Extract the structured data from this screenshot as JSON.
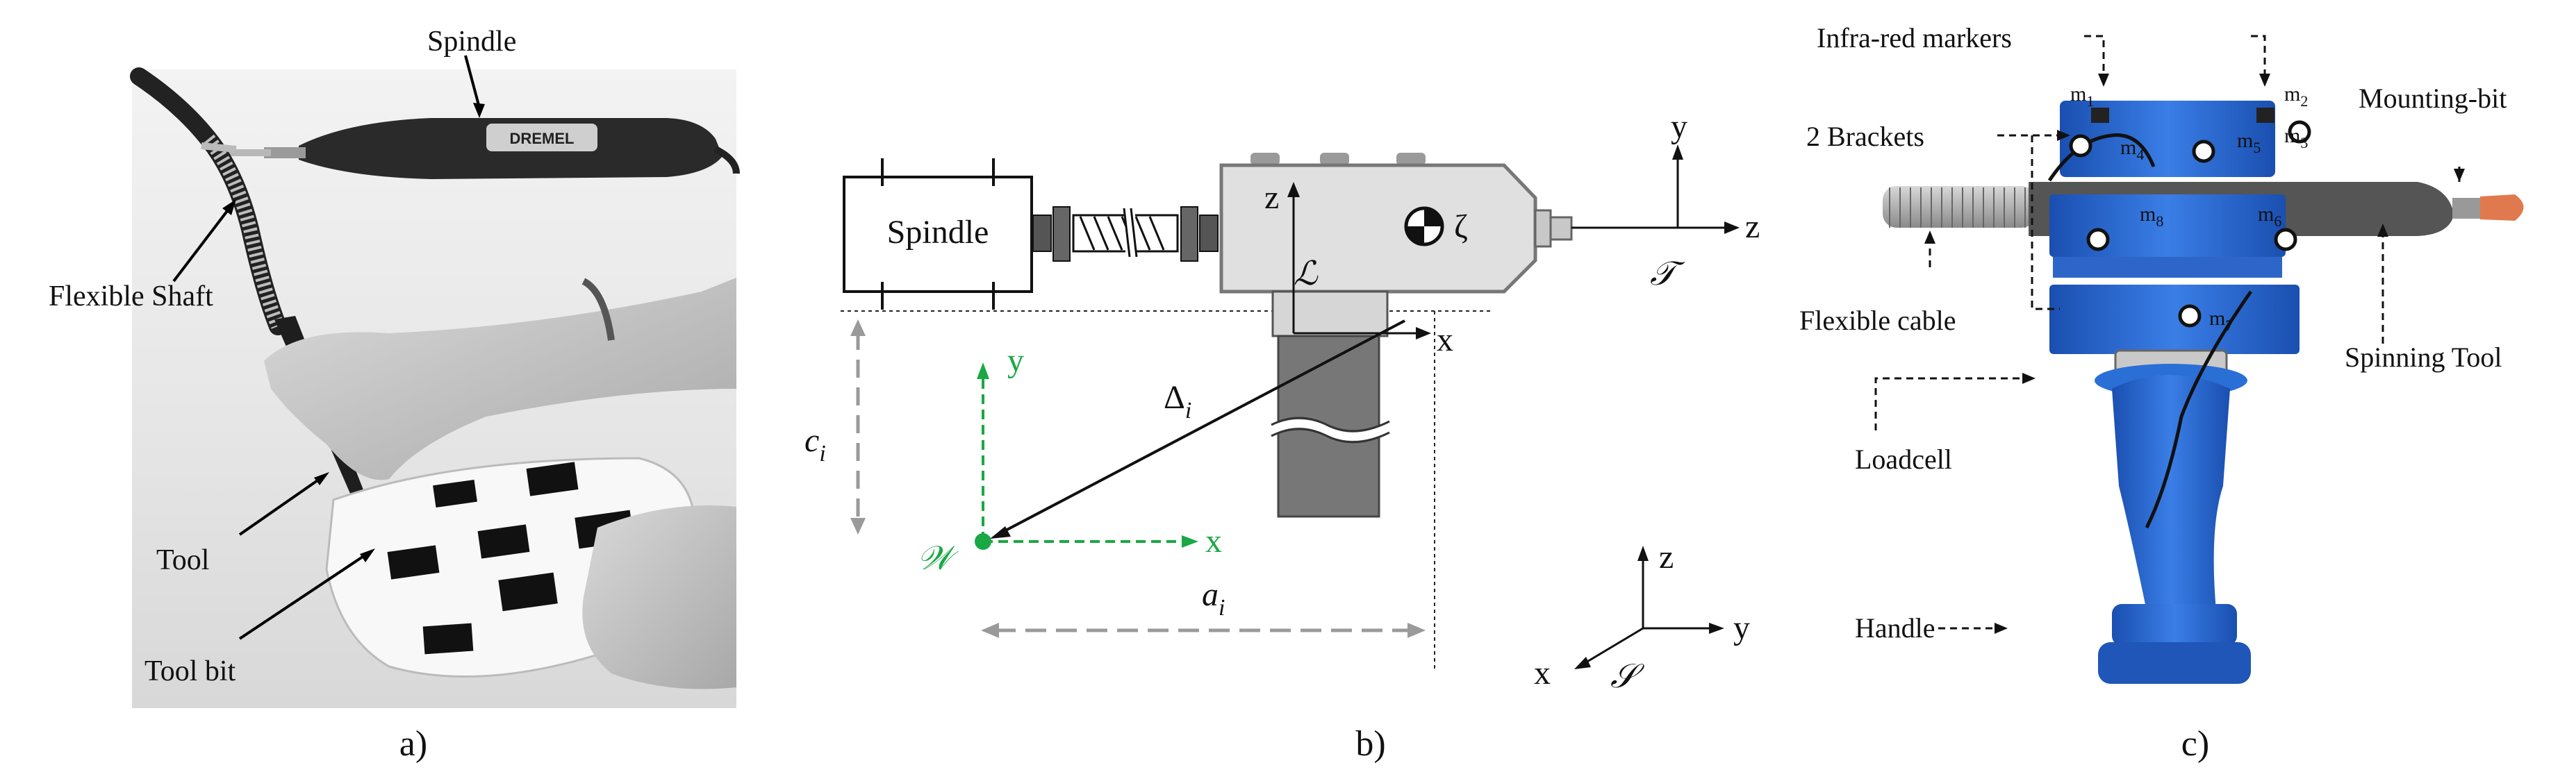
{
  "colors": {
    "frame_green": "#19a844",
    "grey_dashed": "#9a9a9a",
    "blue_part": "#2a6fd6"
  },
  "panel_a": {
    "caption": "a)",
    "labels": {
      "spindle": "Spindle",
      "flexible_shaft": "Flexible Shaft",
      "tool": "Tool",
      "tool_bit": "Tool bit"
    },
    "device_brand": "DREMEL"
  },
  "panel_b": {
    "caption": "b)",
    "spindle_label": "Spindle",
    "frames": {
      "L": "ℒ",
      "T": "𝒯",
      "W": "𝒲",
      "S": "𝒮",
      "zeta": "ζ"
    },
    "axes": {
      "x": "x",
      "y": "y",
      "z": "z"
    },
    "dims": {
      "delta": "Δ",
      "delta_sub": "i",
      "c": "c",
      "c_sub": "i",
      "a": "a",
      "a_sub": "i"
    }
  },
  "panel_c": {
    "caption": "c)",
    "labels": {
      "ir_markers": "Infra-red markers",
      "brackets": "2 Brackets",
      "mounting_bit": "Mounting-bit",
      "flexible_cable": "Flexible cable",
      "spinning_tool": "Spinning Tool",
      "loadcell": "Loadcell",
      "handle": "Handle"
    },
    "markers": [
      {
        "base": "m",
        "sub": "1"
      },
      {
        "base": "m",
        "sub": "2"
      },
      {
        "base": "m",
        "sub": "3"
      },
      {
        "base": "m",
        "sub": "4"
      },
      {
        "base": "m",
        "sub": "5"
      },
      {
        "base": "m",
        "sub": "6"
      },
      {
        "base": "m",
        "sub": "7"
      },
      {
        "base": "m",
        "sub": "8"
      }
    ]
  }
}
